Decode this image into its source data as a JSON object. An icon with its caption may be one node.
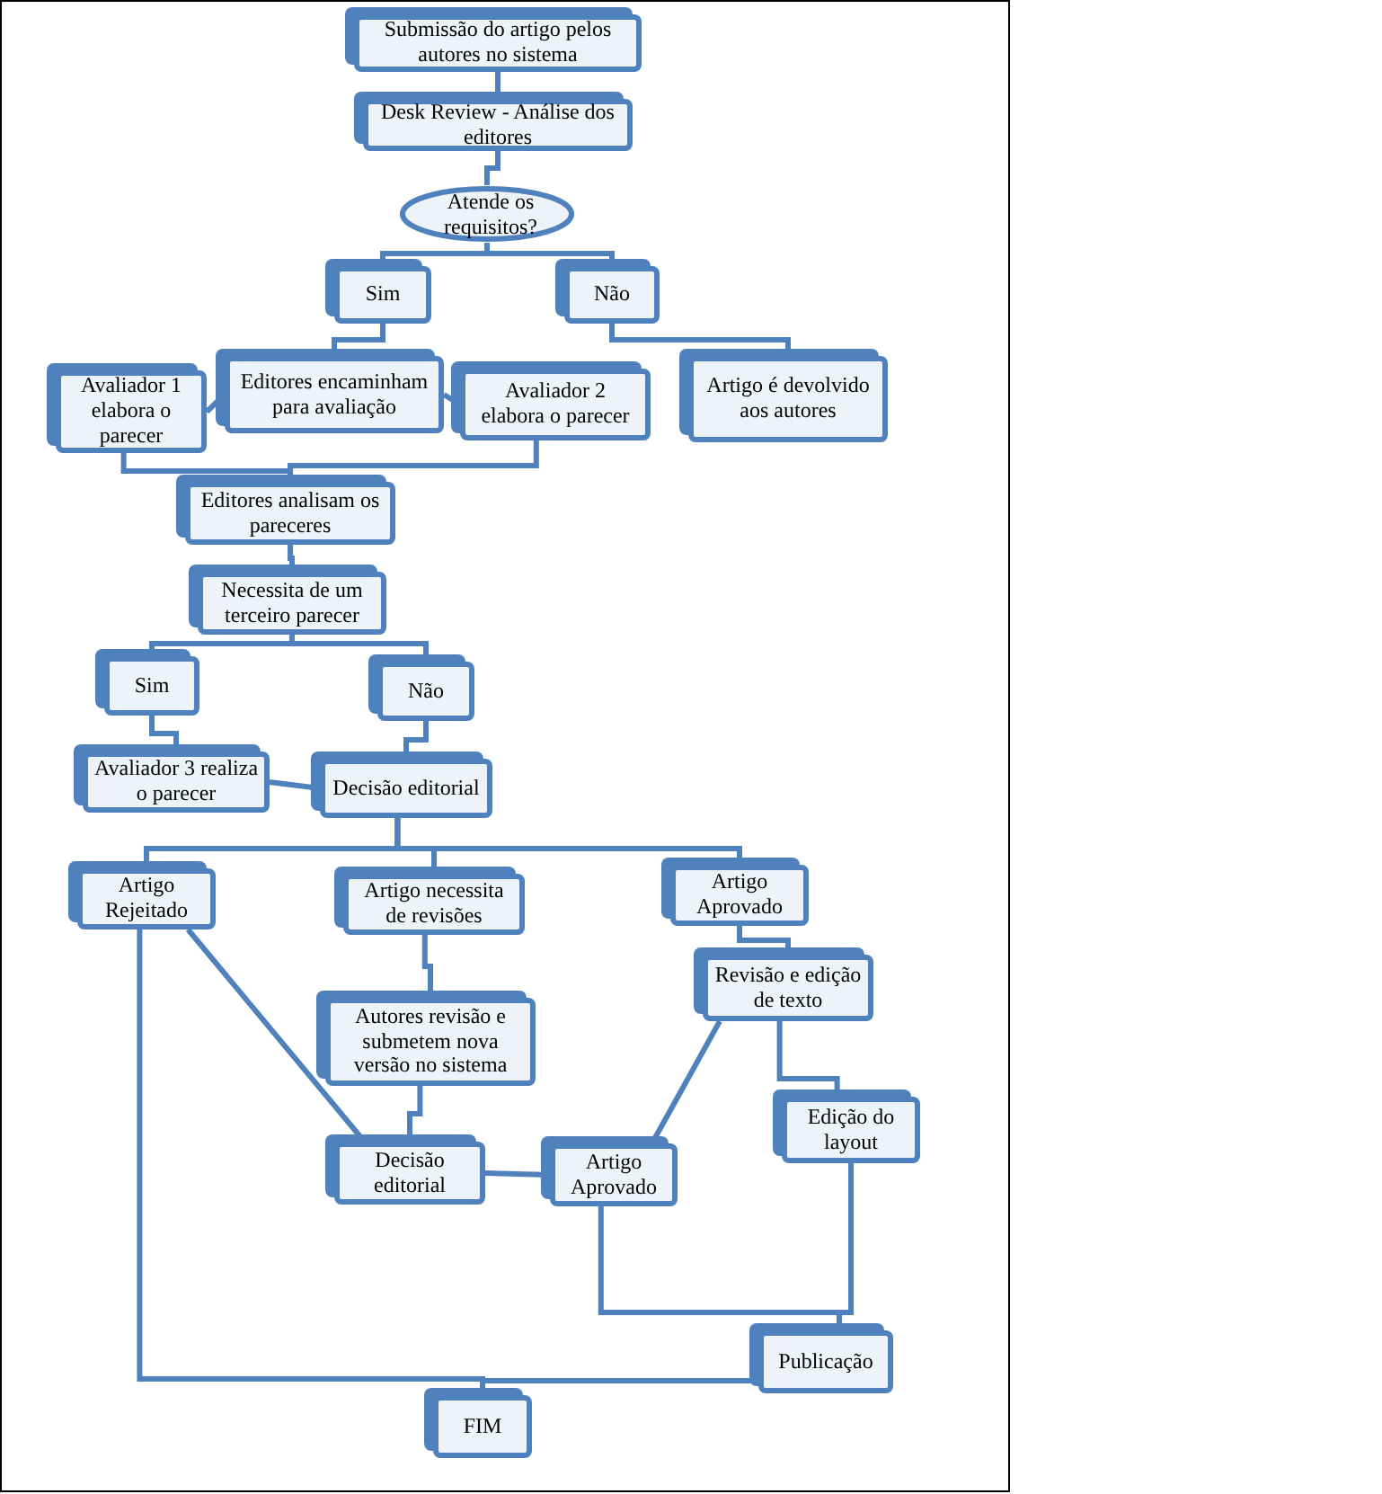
{
  "diagram": {
    "nodes": [
      {
        "text": [
          "Submissão do artigo pelos autores no sistema"
        ]
      },
      {
        "text": [
          "Desk Review - Análise dos editores"
        ]
      },
      {
        "text": [
          "Atende os requisitos?"
        ]
      },
      {
        "text": [
          "Sim"
        ]
      },
      {
        "text": [
          "Não"
        ]
      },
      {
        "text": [
          "Avaliador 1 elabora o parecer"
        ]
      },
      {
        "text": [
          "Editores encaminham para avaliação"
        ]
      },
      {
        "text": [
          "Avaliador 2 elabora o parecer"
        ]
      },
      {
        "text": [
          "Artigo é devolvido aos autores"
        ]
      },
      {
        "text": [
          "Editores analisam os pareceres"
        ]
      },
      {
        "text": [
          "Necessita de um terceiro parecer"
        ]
      },
      {
        "text": [
          "Sim"
        ]
      },
      {
        "text": [
          "Não"
        ]
      },
      {
        "text": [
          "Avaliador 3 realiza o parecer"
        ]
      },
      {
        "text": [
          "Decisão editorial"
        ]
      },
      {
        "text": [
          "Artigo Rejeitado"
        ]
      },
      {
        "text": [
          "Artigo necessita de revisões"
        ]
      },
      {
        "text": [
          "Artigo Aprovado"
        ]
      },
      {
        "text": [
          "Revisão e edição de texto"
        ]
      },
      {
        "text": [
          "Autores revisão e submetem nova versão no sistema"
        ]
      },
      {
        "text": [
          "Decisão editorial"
        ]
      },
      {
        "text": [
          "Artigo Aprovado"
        ]
      },
      {
        "text": [
          "Edição do layout"
        ]
      },
      {
        "text": [
          "Publicação"
        ]
      },
      {
        "text": [
          "FIM"
        ]
      }
    ],
    "edges": [
      {
        "from": 0,
        "to": 1,
        "arrow": "none"
      },
      {
        "from": 1,
        "to": 2,
        "arrow": "none"
      },
      {
        "from": 2,
        "to": 3,
        "arrow": "none"
      },
      {
        "from": 2,
        "to": 4,
        "arrow": "none"
      },
      {
        "from": 3,
        "to": 6,
        "arrow": "none"
      },
      {
        "from": 4,
        "to": 8,
        "arrow": "none"
      },
      {
        "from": 6,
        "to": 5,
        "arrow": "none"
      },
      {
        "from": 6,
        "to": 7,
        "arrow": "none"
      },
      {
        "from": 5,
        "to": 9,
        "arrow": "none"
      },
      {
        "from": 7,
        "to": 9,
        "arrow": "none"
      },
      {
        "from": 9,
        "to": 10,
        "arrow": "none"
      },
      {
        "from": 10,
        "to": 11,
        "arrow": "none"
      },
      {
        "from": 10,
        "to": 12,
        "arrow": "none"
      },
      {
        "from": 11,
        "to": 13,
        "arrow": "none"
      },
      {
        "from": 12,
        "to": 14,
        "arrow": "none"
      },
      {
        "from": 13,
        "to": 14,
        "arrow": "none"
      },
      {
        "from": 14,
        "to": 15,
        "arrow": "none"
      },
      {
        "from": 14,
        "to": 16,
        "arrow": "none"
      },
      {
        "from": 14,
        "to": 17,
        "arrow": "none"
      },
      {
        "from": 16,
        "to": 19,
        "arrow": "none"
      },
      {
        "from": 17,
        "to": 18,
        "arrow": "none"
      },
      {
        "from": 19,
        "to": 20,
        "arrow": "none"
      },
      {
        "from": 15,
        "to": 20,
        "arrow": "none"
      },
      {
        "from": 20,
        "to": 21,
        "arrow": "none"
      },
      {
        "from": 18,
        "to": 21,
        "arrow": "none"
      },
      {
        "from": 18,
        "to": 22,
        "arrow": "none"
      },
      {
        "from": 21,
        "to": 23,
        "arrow": "none"
      },
      {
        "from": 22,
        "to": 23,
        "arrow": "none"
      },
      {
        "from": 15,
        "to": 24,
        "arrow": "none"
      },
      {
        "from": 23,
        "to": 24,
        "arrow": "none"
      }
    ]
  }
}
